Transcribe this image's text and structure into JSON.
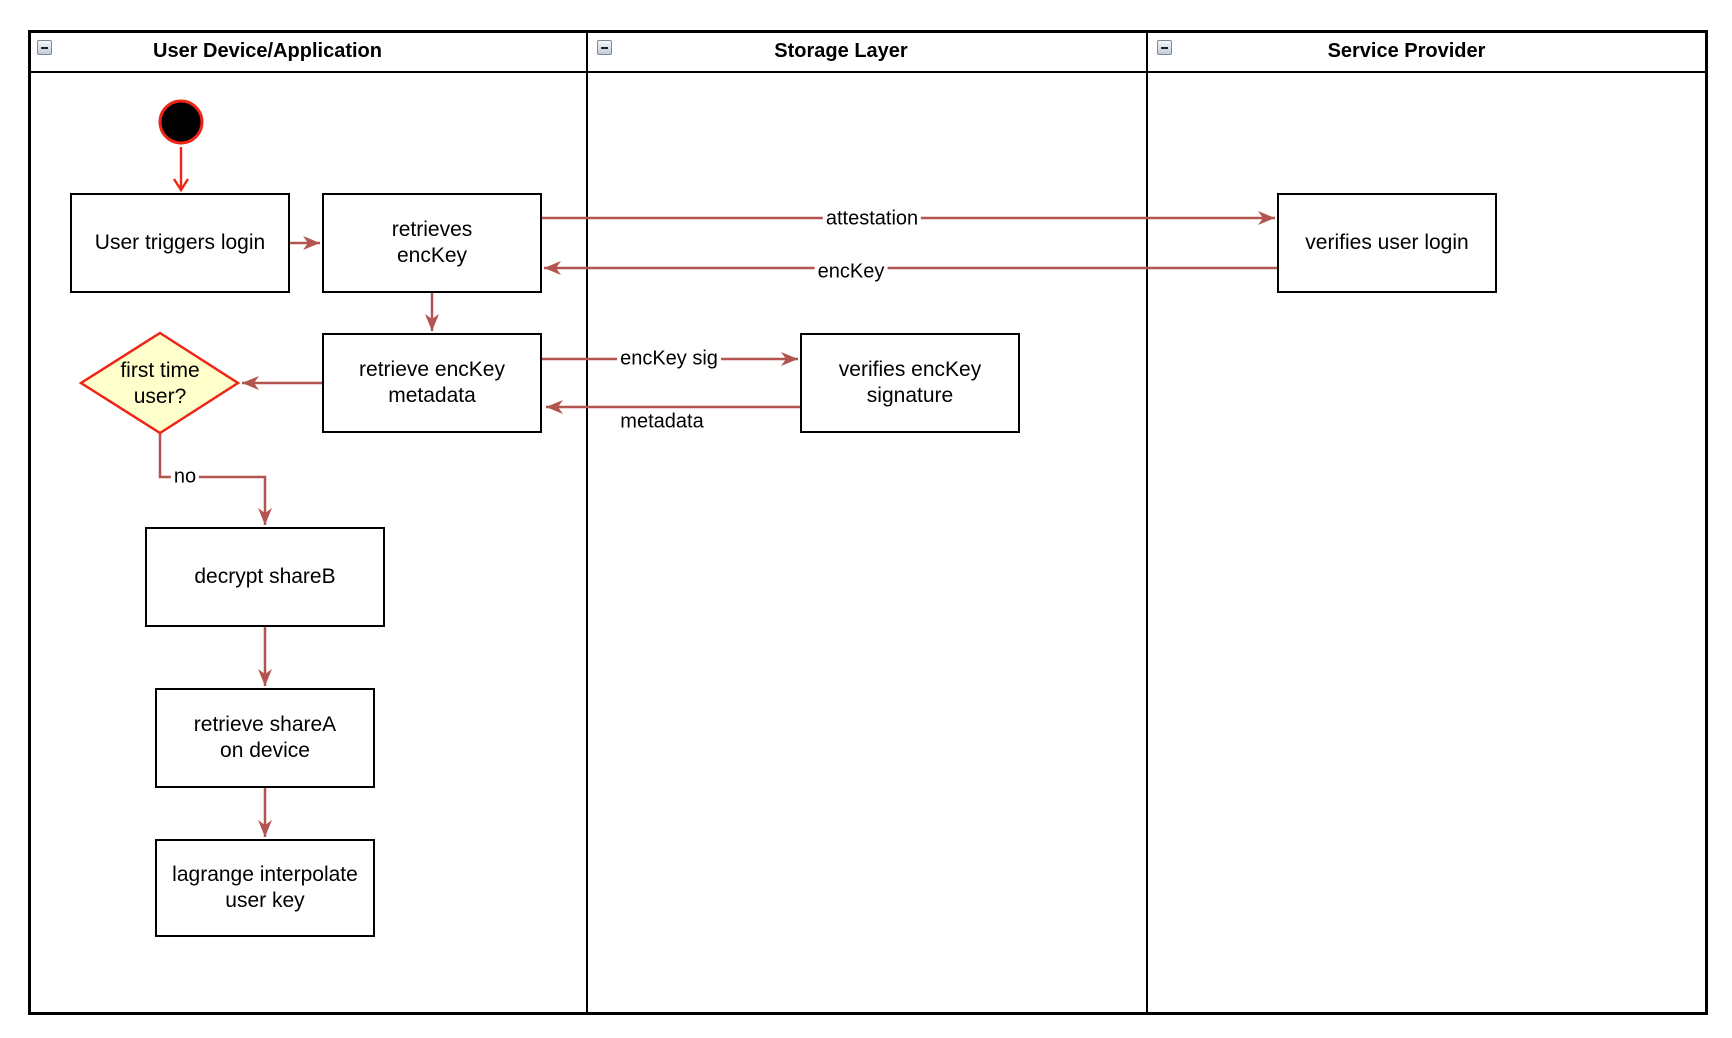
{
  "pool": {
    "lanes": [
      {
        "title": "User Device/Application"
      },
      {
        "title": "Storage Layer"
      },
      {
        "title": "Service Provider"
      }
    ],
    "collapse_icon": "minus-icon"
  },
  "nodes": {
    "user_triggers_login": "User triggers login",
    "retrieves_enckey": "retrieves\nencKey",
    "retrieve_enckey_metadata": "retrieve encKey\nmetadata",
    "first_time_user": "first time\nuser?",
    "decrypt_shareb": "decrypt shareB",
    "retrieve_sharea_on_device": "retrieve shareA\non device",
    "lagrange_interpolate_user_key": "lagrange interpolate\nuser key",
    "verifies_enckey_signature": "verifies encKey\nsignature",
    "verifies_user_login": "verifies user login"
  },
  "edge_labels": {
    "attestation": "attestation",
    "enckey": "encKey",
    "enckey_sig": "encKey sig",
    "metadata": "metadata",
    "no": "no"
  },
  "colors": {
    "edge": "#b25550",
    "accent_red": "#ee2517",
    "decision_fill": "#ffffcc",
    "node_border": "#000000",
    "lane_border": "#000000"
  }
}
